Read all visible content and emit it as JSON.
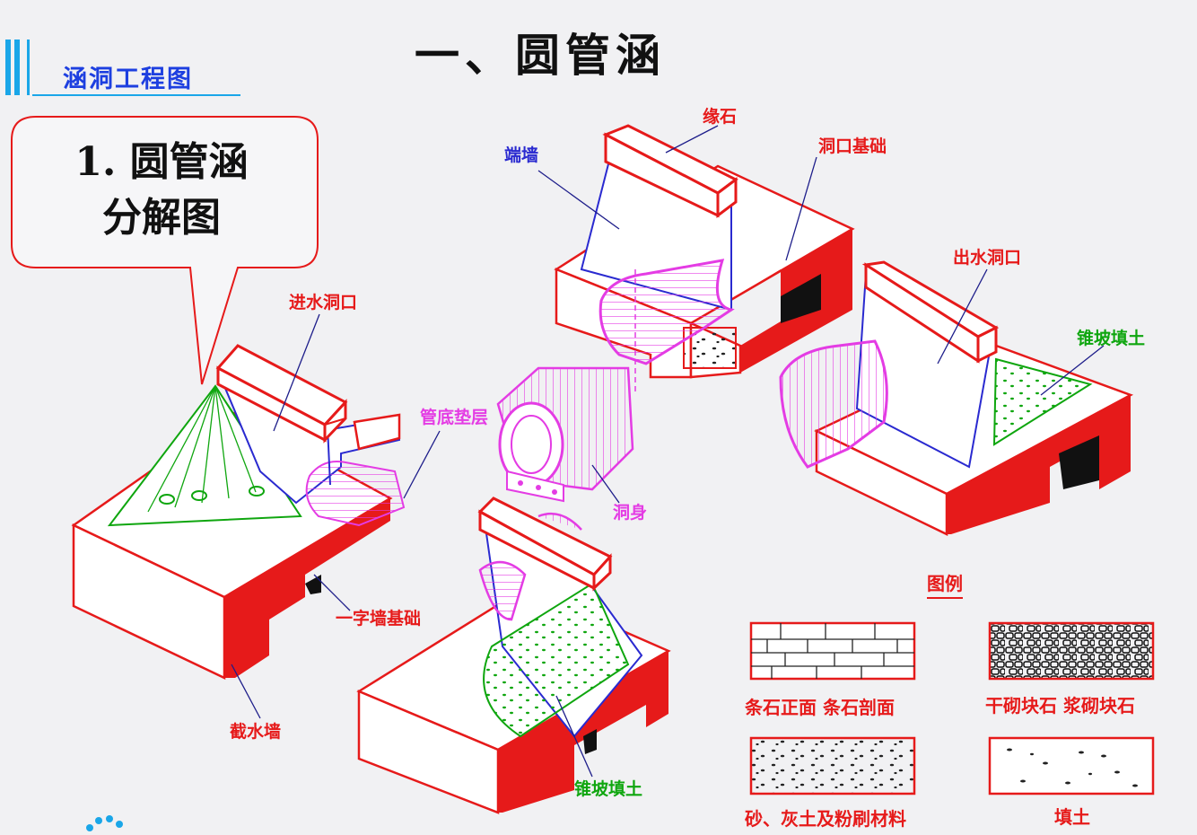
{
  "header": {
    "title": "一、圆管涵",
    "section": "涵洞工程图"
  },
  "callout": {
    "line1": "1. 圆管涵",
    "line2": "分解图"
  },
  "labels": {
    "coping_stone": "缘石",
    "end_wall": "端墙",
    "portal_foundation": "洞口基础",
    "outlet": "出水洞口",
    "cone_fill_right": "锥坡填土",
    "inlet": "进水洞口",
    "pipe_bedding": "管底垫层",
    "culvert_body": "洞身",
    "straight_wall_foundation": "一字墙基础",
    "cutoff_wall": "截水墙",
    "cone_fill_bottom": "锥坡填土"
  },
  "legend": {
    "title": "图例",
    "items": [
      "条石正面 条石剖面",
      "干砌块石 浆砌块石",
      "砂、灰土及粉刷材料",
      "填土"
    ]
  },
  "colors": {
    "structure_red": "#e61a1a",
    "wall_blue": "#2a2ad0",
    "pipe_magenta": "#e43ce4",
    "fill_green": "#0fa60f",
    "accent_cyan": "#1aa6e8"
  }
}
